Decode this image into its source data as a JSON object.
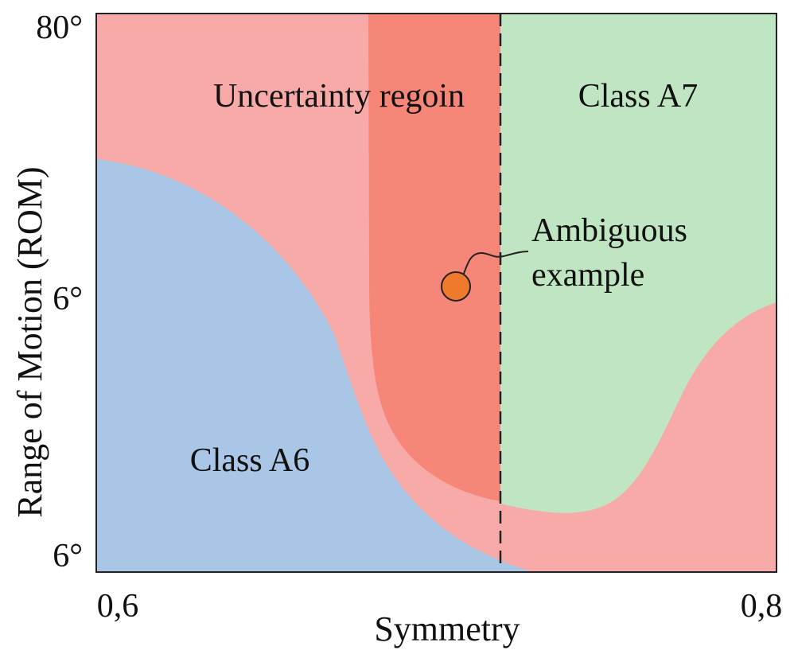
{
  "axes": {
    "x_label": "Symmetry",
    "y_label": "Range of Motion (ROM)",
    "x_ticks": [
      "0,6",
      "0,8"
    ],
    "y_ticks": [
      "80°",
      "6°",
      "6°"
    ]
  },
  "regions": {
    "uncertainty": {
      "label": "Uncertainty regoin",
      "color": "#f7aaa8"
    },
    "uncertainty_core": {
      "color": "#f68778"
    },
    "class_a6": {
      "label": "Class A6",
      "color": "#aac6e6"
    },
    "class_a7": {
      "label": "Class A7",
      "color": "#bfe5c2"
    }
  },
  "annotation": {
    "line1": "Ambiguous",
    "line2": "example",
    "point_color": "#f07a2c"
  },
  "decision_boundary": {
    "style": "dashed"
  }
}
